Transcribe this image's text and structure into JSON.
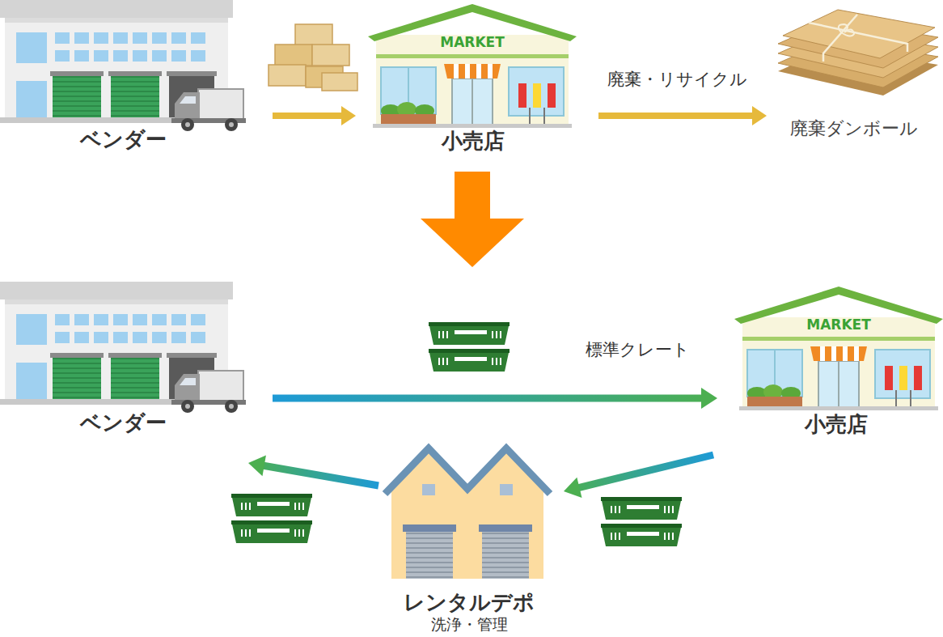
{
  "diagram": {
    "nodes": [
      {
        "text": [
          "ベンダー"
        ]
      },
      {
        "text": [
          "小売店"
        ]
      },
      {
        "text": [
          "廃棄ダンボール"
        ]
      },
      {
        "text": [
          "ベンダー"
        ]
      },
      {
        "text": [
          "小売店"
        ]
      },
      {
        "text": [
          "レンタルデポ",
          "洗浄・管理"
        ]
      }
    ],
    "edges": [
      {
        "from": 0,
        "to": 1,
        "arrow": "to"
      },
      {
        "from": 1,
        "to": 2,
        "label": "廃棄・リサイクル",
        "arrow": "to"
      },
      {
        "from": 3,
        "to": 4,
        "label": "標準クレート",
        "arrow": "to"
      },
      {
        "from": 4,
        "to": 5,
        "arrow": "to"
      },
      {
        "from": 5,
        "to": 3,
        "arrow": "to"
      }
    ],
    "labels": [
      "MARKET",
      "MARKET"
    ]
  }
}
